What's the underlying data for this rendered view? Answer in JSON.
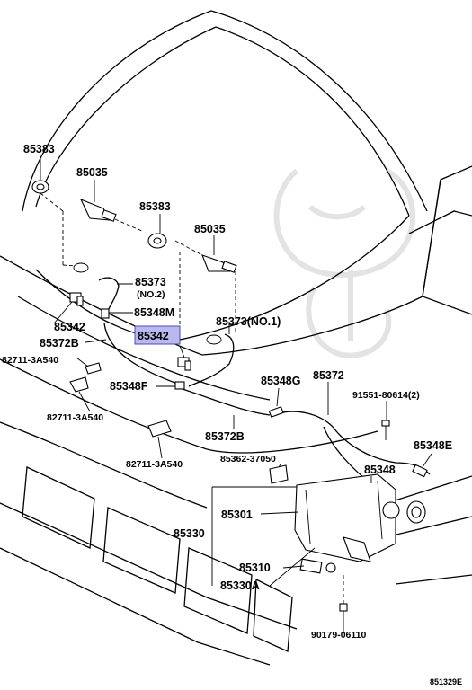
{
  "diagram_id": "851329E",
  "labels": {
    "p85383_a": "85383",
    "p85035_a": "85035",
    "p85383_b": "85383",
    "p85035_b": "85035",
    "p85373_no2": "85373",
    "no2": "(NO.2)",
    "p85348m": "85348M",
    "p85373_no1": "85373(NO.1)",
    "p85342_left": "85342",
    "p85342_hl": "85342",
    "p85372b_top": "85372B",
    "p82711_a": "82711-3A540",
    "p85348f": "85348F",
    "p85348g": "85348G",
    "p85372": "85372",
    "p91551": "91551-80614(2)",
    "p82711_b": "82711-3A540",
    "p85372b": "85372B",
    "p85348e": "85348E",
    "p82711_c": "82711-3A540",
    "p85362": "85362-37050",
    "p85348": "85348",
    "p85301": "85301",
    "p85330": "85330",
    "p85310": "85310",
    "p85330a": "85330A",
    "p90179": "90179-06110"
  },
  "colors": {
    "highlight_fill": "#b9b9ef",
    "highlight_stroke": "#4b4bb0",
    "watermark": "#e3e3e3"
  }
}
